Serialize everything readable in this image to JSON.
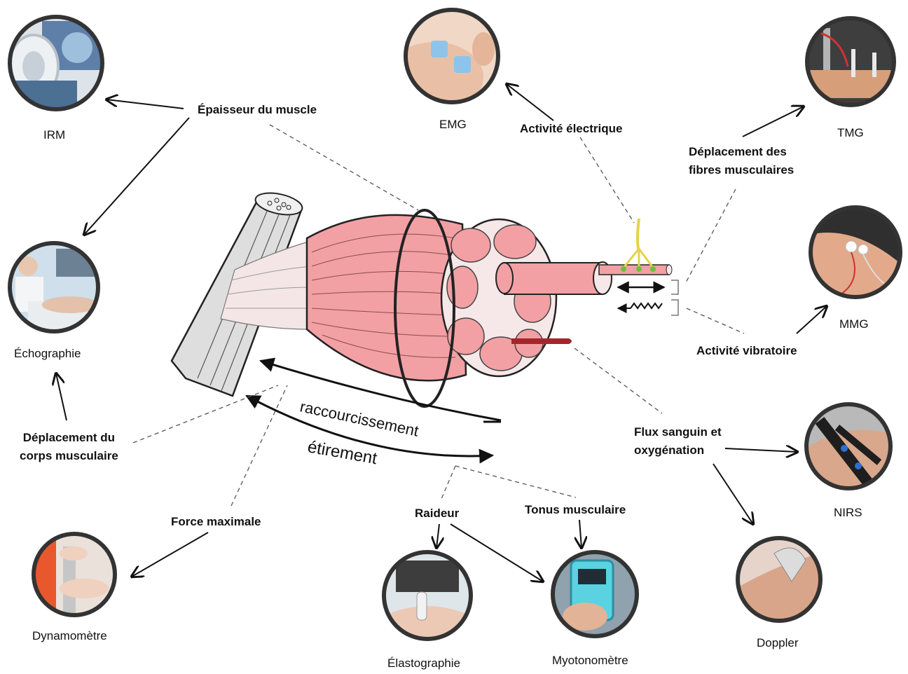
{
  "colors": {
    "muscle": "#f2a0a4",
    "muscle_dark": "#c9787e",
    "tendon": "#d9d9d9",
    "ring": "#2b2b2b",
    "line": "#111111",
    "nerve": "#e6d24a",
    "vessel": "#a4262c"
  },
  "measures": {
    "thickness": "Épaisseur du muscle",
    "electrical": "Activité électrique",
    "fiber_displacement": [
      "Déplacement des",
      "fibres musculaires"
    ],
    "vibration": "Activité vibratoire",
    "blood_flow": [
      "Flux sanguin et",
      "oxygénation"
    ],
    "muscle_tone": "Tonus musculaire",
    "stiffness": "Raideur",
    "max_force": "Force maximale",
    "body_displacement": [
      "Déplacement du",
      "corps musculaire"
    ]
  },
  "tools": {
    "irm": "IRM",
    "echo": "Échographie",
    "emg": "EMG",
    "tmg": "TMG",
    "mmg": "MMG",
    "nirs": "NIRS",
    "doppler": "Doppler",
    "myoto": "Myotonomètre",
    "elasto": "Élastographie",
    "dyna": "Dynamomètre"
  },
  "tool_icons": {
    "irm": "mri-scanner-icon",
    "echo": "ultrasound-exam-icon",
    "emg": "emg-electrodes-icon",
    "tmg": "tmg-sensor-icon",
    "mmg": "mmg-sensor-icon",
    "nirs": "nirs-band-icon",
    "doppler": "doppler-probe-icon",
    "myoto": "myotonometer-device-icon",
    "elasto": "elastography-probe-icon",
    "dyna": "dynamometer-icon"
  },
  "motion": {
    "shortening": "raccourcissement",
    "stretching": "étirement"
  }
}
